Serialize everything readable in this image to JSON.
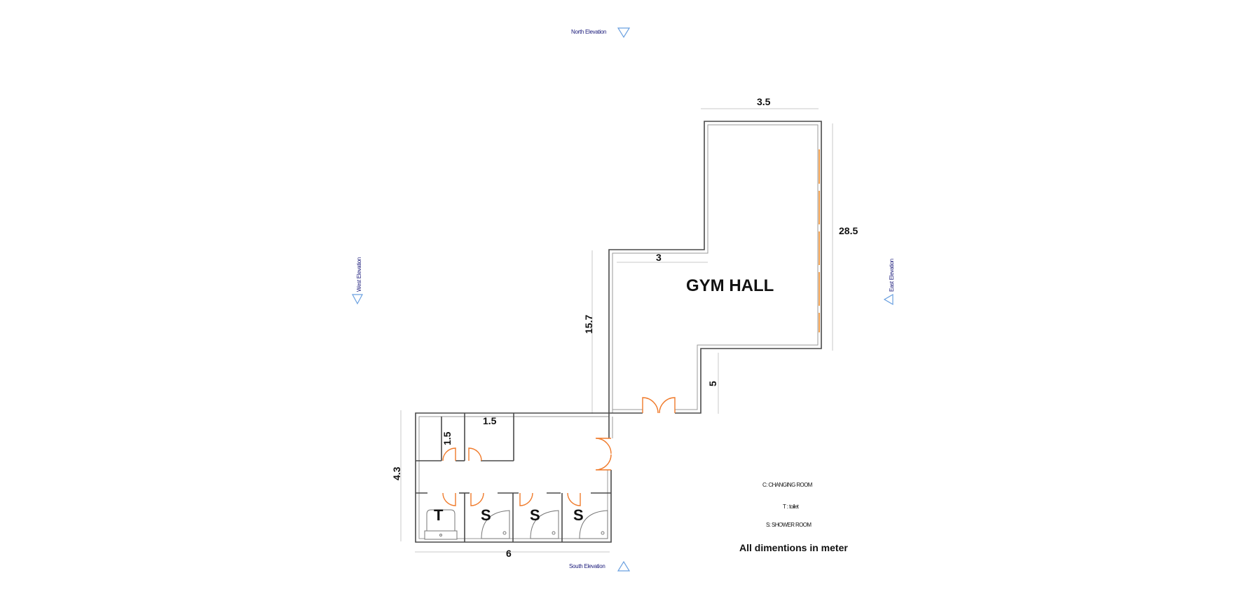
{
  "elevations": {
    "north": "North Elevation",
    "south": "South Elevation",
    "west": "West Elevation",
    "east": "East Elevation"
  },
  "dimensions": {
    "gym_top_width": "3.5",
    "gym_right_height": "28.5",
    "gym_step_width": "3",
    "gym_left_height": "15.7",
    "gym_bottom_step": "5",
    "cubicle_height": "1.5",
    "cubicle_width": "1.5",
    "block_height": "4.3",
    "block_width": "6"
  },
  "rooms": {
    "gym_hall": "GYM HALL",
    "toilet_mark": "T",
    "shower_mark_1": "S",
    "shower_mark_2": "S",
    "shower_mark_3": "S"
  },
  "legend": {
    "changing_room": "C: CHANGING ROOM",
    "toilet": "T : toilet",
    "shower_room": "S: SHOWER ROOM"
  },
  "note": "All dimentions in meter",
  "colors": {
    "wall": "#4a4a4a",
    "door": "#f07a2a",
    "window": "#f0a050",
    "elevation_marker": "#6aa0e0",
    "elevation_text": "#1a1a7a"
  }
}
